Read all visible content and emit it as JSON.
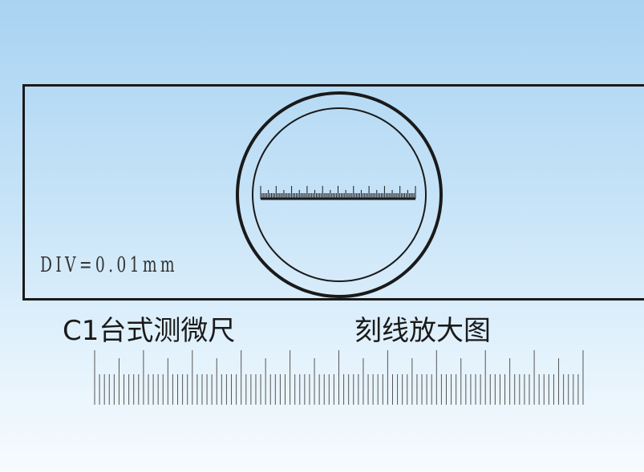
{
  "magnified_label": "DIV=0.01mm",
  "caption_left": "C1台式测微尺",
  "caption_right": "刻线放大图",
  "colors": {
    "ink": "#1a1a1a",
    "scale": "#555555"
  },
  "scale": {
    "divisions": 100,
    "major_every": 10,
    "mid_every": 5
  }
}
